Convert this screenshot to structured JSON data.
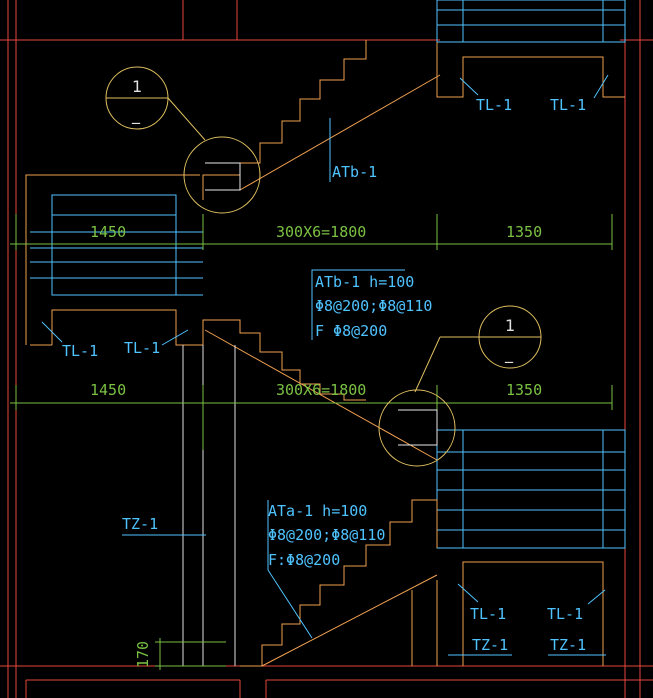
{
  "dimensions": {
    "upper": {
      "left": "1450",
      "middle": "300X6=1800",
      "right": "1350"
    },
    "lower": {
      "left": "1450",
      "middle": "300X6=1800",
      "right": "1350"
    }
  },
  "labels": {
    "atb_tag": "ATb-1",
    "atb_spec": {
      "line1": "ATb-1 h=100",
      "line2": "Φ8@200;Φ8@110",
      "line3": "F Φ8@200"
    },
    "ata_spec": {
      "line1": "ATa-1 h=100",
      "line2": "Φ8@200;Φ8@110",
      "line3": "F:Φ8@200"
    },
    "tl_top_a": "TL-1",
    "tl_top_b": "TL-1",
    "tl_mid_a": "TL-1",
    "tl_mid_b": "TL-1",
    "tl_bot_a": "TL-1",
    "tl_bot_b": "TL-1",
    "tz_left": "TZ-1",
    "tz_bot_a": "TZ-1",
    "tz_bot_b": "TZ-1",
    "step_height": "170"
  },
  "details": {
    "upper_ref": "1",
    "lower_ref": "1",
    "ref_sub": "_"
  },
  "colors": {
    "background": "#000000",
    "wall": "#e8653a",
    "stair": "#f0a050",
    "beam": "#4fc3ff",
    "dim": "#7ac143",
    "callout": "#e0c060",
    "text": "#4fc3ff"
  }
}
